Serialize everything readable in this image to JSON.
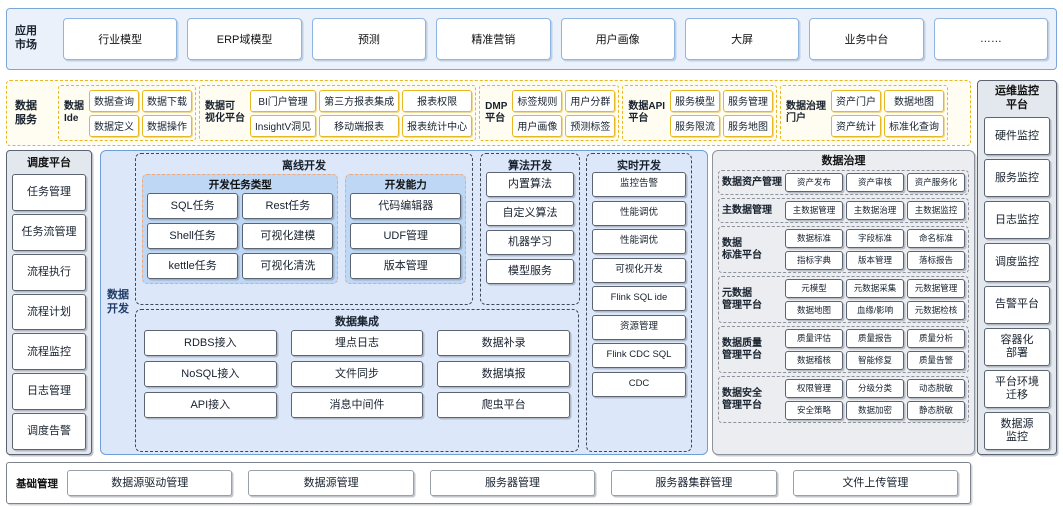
{
  "application_market": {
    "label": "应用\n市场",
    "items": [
      "行业模型",
      "ERP域模型",
      "预测",
      "精准营销",
      "用户画像",
      "大屏",
      "业务中台",
      "……"
    ]
  },
  "data_service": {
    "label": "数据\n服务",
    "groups": [
      {
        "name": "数据\nIde",
        "columns": 2,
        "items": [
          "数据查询",
          "数据下载",
          "数据定义",
          "数据操作"
        ]
      },
      {
        "name": "数据可\n视化平台",
        "columns": 3,
        "items": [
          "BI门户管理",
          "第三方报表集成",
          "报表权限",
          "InsightV洞见",
          "移动端报表",
          "报表统计中心"
        ]
      },
      {
        "name": "DMP\n平台",
        "columns": 2,
        "items": [
          "标签规则",
          "用户分群",
          "用户画像",
          "预测标签"
        ]
      },
      {
        "name": "数据API\n平台",
        "columns": 2,
        "items": [
          "服务模型",
          "服务管理",
          "服务限流",
          "服务地图"
        ]
      },
      {
        "name": "数据治理\n门户",
        "columns": 2,
        "items": [
          "资产门户",
          "数据地图",
          "资产统计",
          "标准化查询"
        ]
      }
    ]
  },
  "scheduling_platform": {
    "title": "调度平台",
    "items": [
      "任务管理",
      "任务流管理",
      "流程执行",
      "流程计划",
      "流程监控",
      "日志管理",
      "调度告警"
    ]
  },
  "data_development": {
    "label": "数据\n开发",
    "offline": {
      "title": "离线开发",
      "groups": [
        {
          "name": "开发任务类型",
          "columns": 2,
          "items": [
            "SQL任务",
            "Rest任务",
            "Shell任务",
            "可视化建模",
            "kettle任务",
            "可视化清洗"
          ]
        },
        {
          "name": "开发能力",
          "columns": 1,
          "items": [
            "代码编辑器",
            "UDF管理",
            "版本管理"
          ]
        }
      ]
    },
    "algorithm": {
      "title": "算法开发",
      "items": [
        "内置算法",
        "自定义算法",
        "机器学习",
        "模型服务"
      ]
    },
    "realtime": {
      "title": "实时开发",
      "items": [
        "监控告警",
        "性能调优",
        "性能调优",
        "可视化开发",
        "Flink SQL ide",
        "资源管理",
        "Flink CDC SQL",
        "CDC"
      ]
    },
    "integration": {
      "title": "数据集成",
      "items": [
        "RDBS接入",
        "埋点日志",
        "数据补录",
        "NoSQL接入",
        "文件同步",
        "数据填报",
        "API接入",
        "消息中间件",
        "爬虫平台"
      ]
    }
  },
  "data_governance": {
    "title": "数据治理",
    "sections": [
      {
        "name": "数据资产管理",
        "items": [
          "资产发布",
          "资产审核",
          "资产服务化"
        ]
      },
      {
        "name": "主数据管理",
        "items": [
          "主数据管理",
          "主数据治理",
          "主数据监控"
        ]
      },
      {
        "name": "数据\n标准平台",
        "items": [
          "数据标准",
          "字段标准",
          "命名标准",
          "指标字典",
          "版本管理",
          "落标报告"
        ]
      },
      {
        "name": "元数据\n管理平台",
        "items": [
          "元模型",
          "元数据采集",
          "元数据管理",
          "数据地图",
          "血缘/影响",
          "元数据检核"
        ]
      },
      {
        "name": "数据质量\n管理平台",
        "items": [
          "质量评估",
          "质量报告",
          "质量分析",
          "数据稽核",
          "智能修复",
          "质量告警"
        ]
      },
      {
        "name": "数据安全\n管理平台",
        "items": [
          "权限管理",
          "分级分类",
          "动态脱敏",
          "安全策略",
          "数据加密",
          "静态脱敏"
        ]
      }
    ]
  },
  "ops_monitoring": {
    "title": "运维监控\n平台",
    "items": [
      "硬件监控",
      "服务监控",
      "日志监控",
      "调度监控",
      "告警平台",
      "容器化\n部署",
      "平台环境\n迁移",
      "数据源\n监控"
    ]
  },
  "base_management": {
    "label": "基础管理",
    "items": [
      "数据源驱动管理",
      "数据源管理",
      "服务器管理",
      "服务器集群管理",
      "文件上传管理"
    ]
  },
  "colors": {
    "app_band_bg": "#eaf1fb",
    "app_band_border": "#7aa7d9",
    "service_border": "#e8b822",
    "dev_bg": "#dce8fa",
    "dev_border": "#6f9fd8",
    "orange_dashed": "#f0a878",
    "orange_box_bg": "#bdd7f5",
    "gray_panel": "#e3e7ee",
    "gov_panel": "#ebedf0",
    "dash_dark": "#3c4758"
  }
}
